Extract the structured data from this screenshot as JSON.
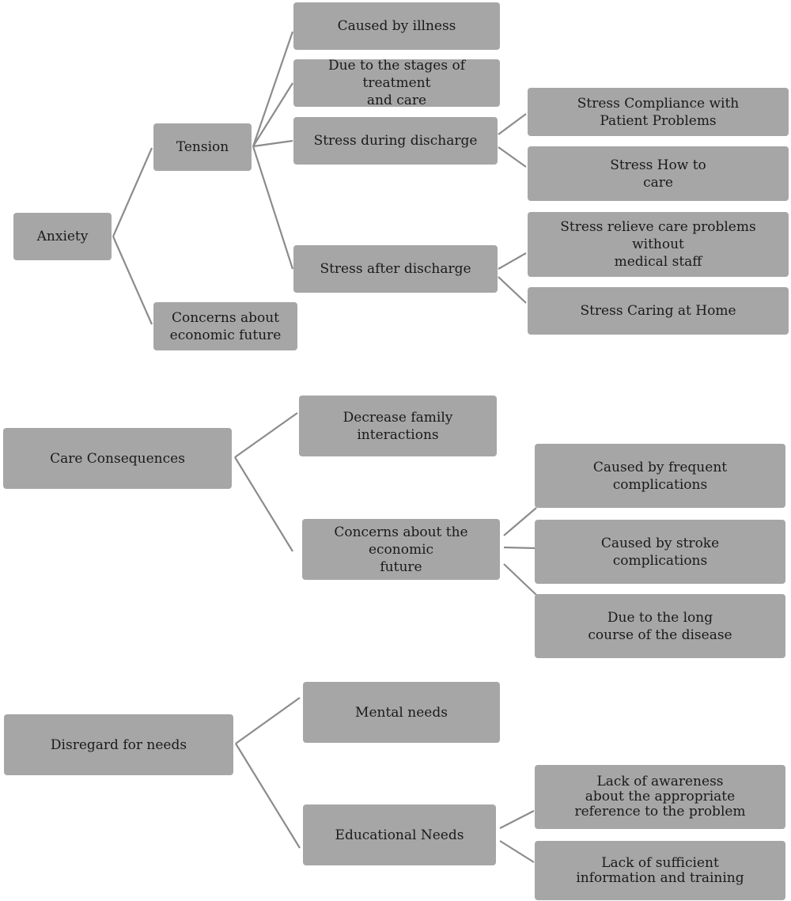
{
  "colors": {
    "box_fill": "#a6a6a6",
    "connector": "#8c8c8c",
    "text": "#1a1a1a",
    "background": "#ffffff"
  },
  "nodes": {
    "anxiety": "Anxiety",
    "tension": "Tension",
    "concerns_econ_future_1": "Concerns about\neconomic future",
    "caused_by_illness": "Caused by illness",
    "due_to_stages": "Due to the stages of treatment\nand care",
    "stress_during_discharge": "Stress during discharge",
    "stress_after_discharge": "Stress after discharge",
    "stress_compliance": "Stress Compliance with\nPatient Problems",
    "stress_how_to_care": "Stress How to\ncare",
    "stress_relieve": "Stress relieve care problems without\nmedical staff",
    "stress_caring_home": "Stress Caring at Home",
    "care_consequences": "Care Consequences",
    "decrease_family": "Decrease family\ninteractions",
    "concerns_econ_future_2": "Concerns about the economic\nfuture",
    "frequent_complications": "Caused by frequent\ncomplications",
    "stroke_complications": "Caused by stroke\ncomplications",
    "long_course": "Due to the long\ncourse of the disease",
    "disregard_needs": "Disregard for needs",
    "mental_needs": "Mental needs",
    "educational_needs": "Educational Needs",
    "lack_awareness": "Lack of awareness\nabout the appropriate\nreference to the problem",
    "lack_information": "Lack of sufficient\ninformation and training"
  }
}
